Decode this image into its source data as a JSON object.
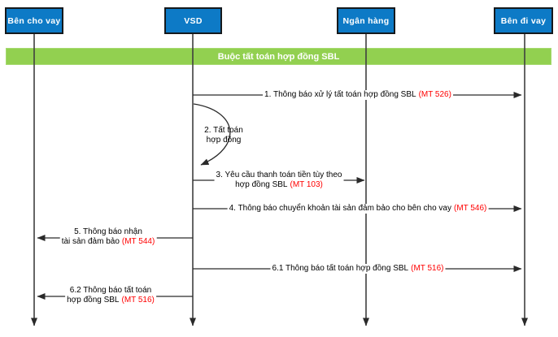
{
  "banner": {
    "label": "Buộc tất toán hợp đồng SBL"
  },
  "actors": [
    {
      "id": "lender",
      "label": "Bên cho vay"
    },
    {
      "id": "vsd",
      "label": "VSD"
    },
    {
      "id": "bank",
      "label": "Ngân hàng"
    },
    {
      "id": "borrower",
      "label": "Bên đi vay"
    }
  ],
  "messages": [
    {
      "id": "1",
      "from": "VSD",
      "to": "Bên đi vay",
      "line1": "1. Thông báo xử lý tất toán hợp đồng SBL",
      "mt": "(MT 526)"
    },
    {
      "id": "2",
      "from": "VSD",
      "to": "VSD",
      "line1": "2. Tất toán",
      "line2": "hợp đồng"
    },
    {
      "id": "3",
      "from": "VSD",
      "to": "Ngân hàng",
      "line1": "3. Yêu cầu thanh toán tiền tùy theo",
      "line2": "hợp đồng SBL",
      "mt": "(MT 103)"
    },
    {
      "id": "4",
      "from": "VSD",
      "to": "Bên đi vay",
      "line1": "4. Thông báo chuyển khoản tài sản đảm bảo cho bên cho vay",
      "mt": "(MT 546)"
    },
    {
      "id": "5",
      "from": "VSD",
      "to": "Bên cho vay",
      "line1": "5. Thông báo nhận",
      "line2": "tài sản đảm bảo",
      "mt": "(MT 544)"
    },
    {
      "id": "6.1",
      "from": "VSD",
      "to": "Bên đi vay",
      "line1": "6.1 Thông báo tất toán hợp đồng SBL",
      "mt": "(MT 516)"
    },
    {
      "id": "6.2",
      "from": "VSD",
      "to": "Bên cho vay",
      "line1": "6.2 Thông báo tất toán",
      "line2": "hợp đồng SBL",
      "mt": "(MT 516)"
    }
  ],
  "colors": {
    "actor_fill": "#0d7ac6",
    "actor_border": "#15191c",
    "band_fill": "#92d050",
    "band_border": "#a6da70",
    "mt_text": "#ff0000",
    "line": "#2a2a2a",
    "lifeline": "#3f3f3f"
  }
}
